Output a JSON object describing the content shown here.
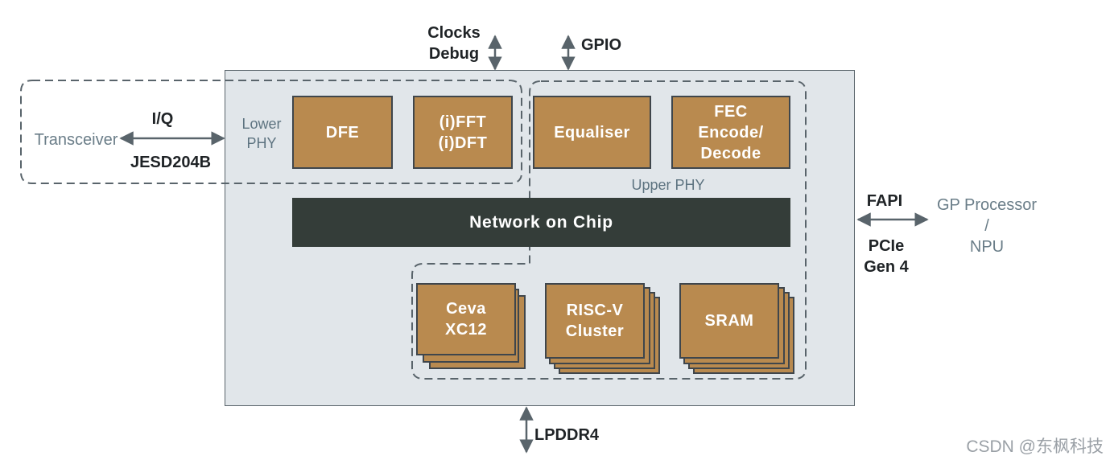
{
  "blocks": {
    "dfe": "DFE",
    "fft": "(i)FFT\n(i)DFT",
    "equaliser": "Equaliser",
    "fec": "FEC\nEncode/\nDecode",
    "ceva": "Ceva\nXC12",
    "riscv": "RISC-V\nCluster",
    "sram": "SRAM"
  },
  "regions": {
    "lower_phy": "Lower\nPHY",
    "upper_phy": "Upper PHY"
  },
  "noc": "Network on Chip",
  "interfaces": {
    "clocks_debug": "Clocks\nDebug",
    "gpio": "GPIO",
    "lpddr4": "LPDDR4",
    "iq": "I/Q",
    "jesd": "JESD204B",
    "fapi": "FAPI",
    "pcie": "PCIe\nGen 4"
  },
  "external": {
    "transceiver": "Transceiver",
    "gp_processor": "GP Processor\n/\nNPU"
  },
  "watermark": "CSDN @东枫科技",
  "colors": {
    "block_fill": "#b98a4f",
    "chip_fill": "#e1e6ea",
    "noc_fill": "#343d39",
    "line": "#59646b"
  }
}
